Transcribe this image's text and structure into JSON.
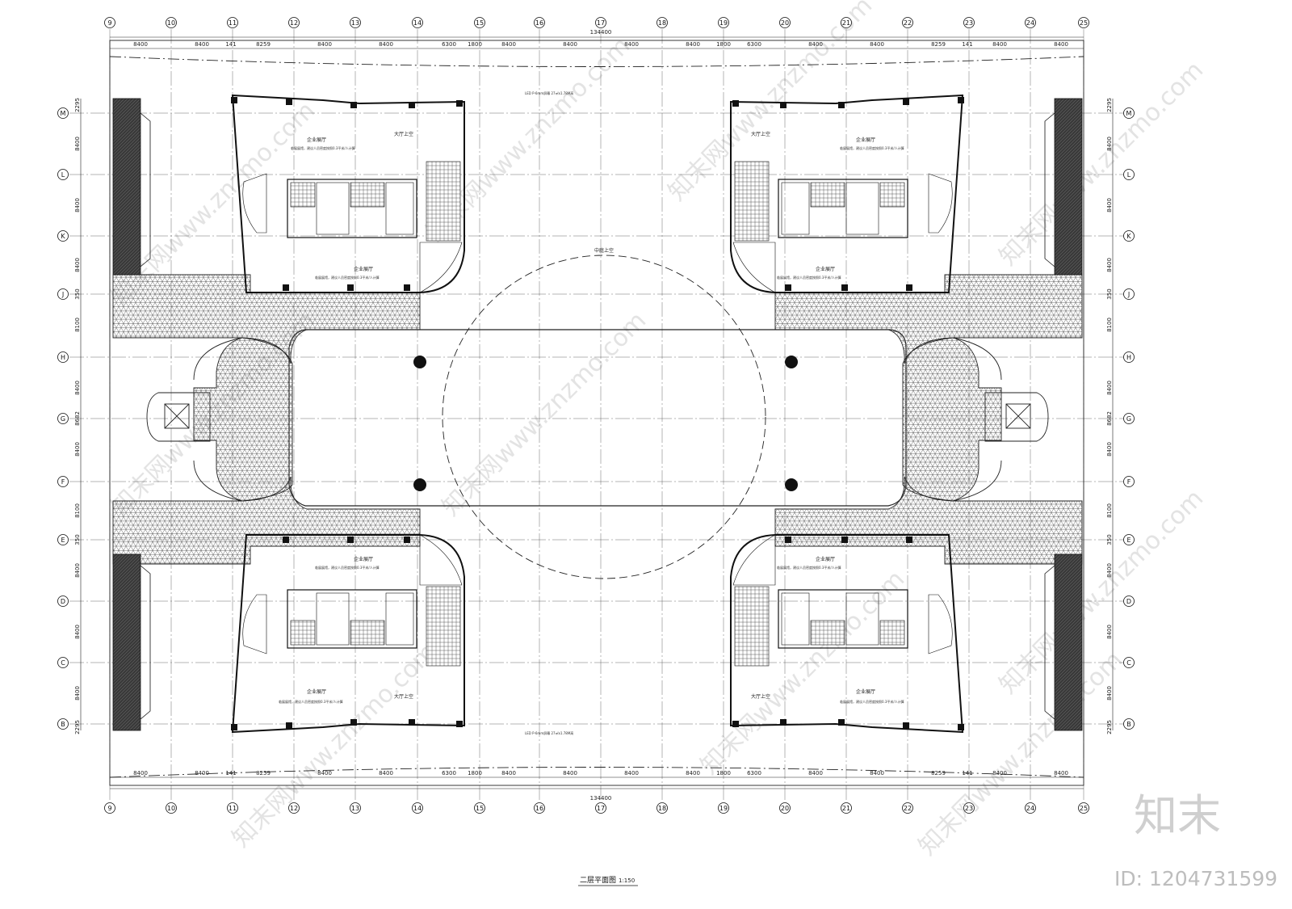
{
  "drawing": {
    "title": "二层平面图",
    "scale": "1:150",
    "total_dimension": "134400"
  },
  "grid_columns": [
    "9",
    "10",
    "11",
    "12",
    "13",
    "14",
    "15",
    "16",
    "17",
    "18",
    "19",
    "20",
    "21",
    "22",
    "23",
    "24",
    "25"
  ],
  "grid_rows": [
    "M",
    "L",
    "K",
    "J",
    "H",
    "G",
    "F",
    "E",
    "D",
    "C",
    "B"
  ],
  "top_dimensions": [
    "8400",
    "8400",
    "141",
    "8259",
    "8400",
    "8400",
    "6300",
    "1800",
    "8400",
    "8400",
    "8400",
    "8400",
    "1800",
    "6300",
    "8400",
    "8400",
    "8259",
    "141",
    "8400",
    "8400"
  ],
  "side_dimensions": [
    "2295",
    "8400",
    "8400",
    "8400",
    "350",
    "8100",
    "8400",
    "8682",
    "8400",
    "8100",
    "350",
    "8400",
    "8400",
    "8400",
    "2295"
  ],
  "rooms": {
    "lobby_void": "大厅上空",
    "exhibition_hall": "企业展厅",
    "exhibition_note": "临展展馆，建议人员密度按照0.3平米/人计算"
  },
  "annotations": {
    "led_screen": "LED P-6mm屏幕 27㎡x1.78M高",
    "void_label": "中庭上空"
  },
  "brand": {
    "logo_text": "知末",
    "id_text": "ID: 1204731599",
    "watermark": "知末网www.znzmo.com"
  },
  "colors": {
    "line": "#1a1a1a",
    "hatch": "#555555",
    "dark_fill": "#3a3a3a",
    "watermark": "#e0e0e0"
  }
}
